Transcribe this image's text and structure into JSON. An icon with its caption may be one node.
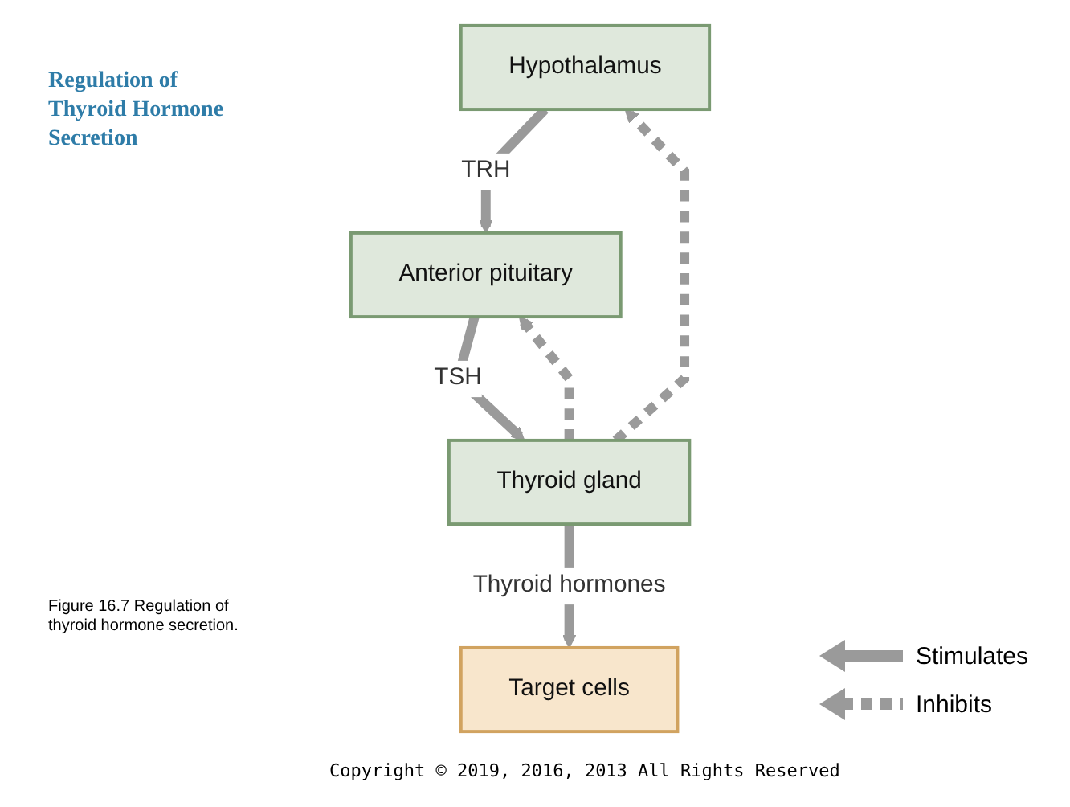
{
  "diagram": {
    "title": "Regulation of Thyroid Hormone Secretion",
    "caption": "Figure 16.7 Regulation of thyroid hormone secretion.",
    "nodes": [
      {
        "text": [
          "Hypothalamus"
        ]
      },
      {
        "text": [
          "Anterior pituitary"
        ]
      },
      {
        "text": [
          "Thyroid gland"
        ]
      },
      {
        "text": [
          "Target cells"
        ]
      }
    ],
    "edges": [
      {
        "from": 0,
        "to": 1,
        "arrow": "to",
        "label": "TRH"
      },
      {
        "from": 1,
        "to": 2,
        "arrow": "to",
        "label": "TSH"
      },
      {
        "from": 2,
        "to": 3,
        "arrow": "to",
        "label": "Thyroid hormones"
      },
      {
        "from": 2,
        "to": 0,
        "arrow": "to",
        "style": "dashed"
      },
      {
        "from": 2,
        "to": 1,
        "arrow": "to",
        "style": "dashed"
      }
    ],
    "labels": [
      "Copyright © 2019, 2016, 2013 All Rights Reserved"
    ],
    "legend": [
      {
        "text": "Stimulates"
      },
      {
        "text": "Inhibits"
      }
    ]
  }
}
